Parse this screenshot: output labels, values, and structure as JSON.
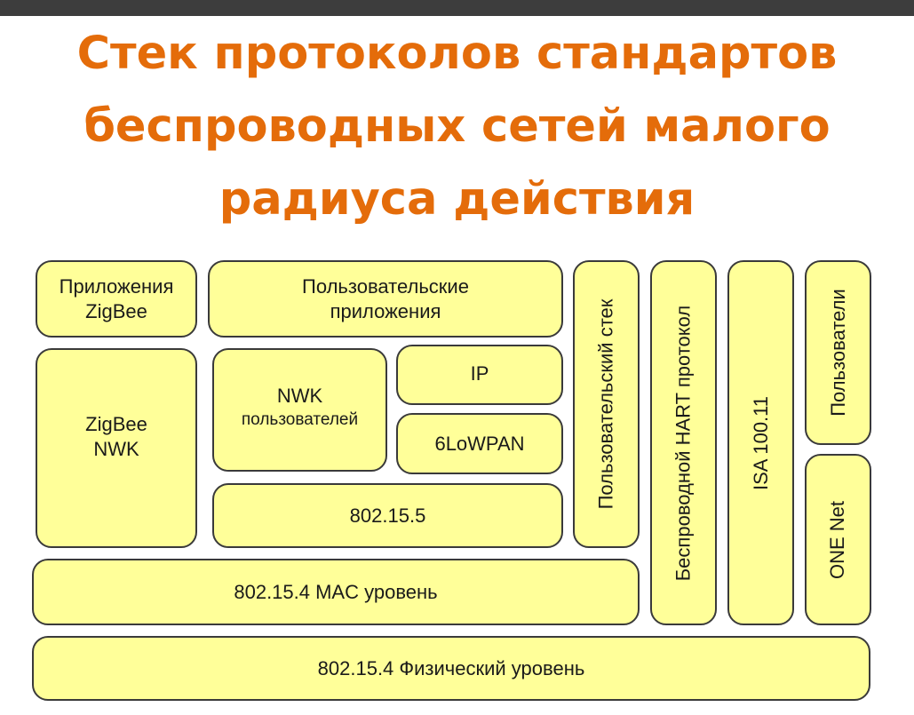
{
  "slide": {
    "title_lines": [
      "Стек протоколов стандартов",
      "беспроводных сетей малого",
      "радиуса действия"
    ]
  },
  "diagram": {
    "zigbee_apps": "Приложения ZigBee",
    "user_apps": "Пользовательские приложения",
    "user_stack": "Пользовательский стек",
    "hart": "Беспроводной HART протокол",
    "isa": "ISA 100.11",
    "users": "Пользователи",
    "zigbee_nwk": "ZigBee NWK",
    "nwk_users_title": "NWK",
    "nwk_users_sub": "пользователей",
    "ip": "IP",
    "lowpan": "6LoWPAN",
    "ieee_802_15_5": "802.15.5",
    "one_net": "ONE Net",
    "mac_layer": "802.15.4 MAC уровень",
    "phy_layer": "802.15.4 Физический уровень"
  },
  "colors": {
    "title": "#e46c0a",
    "box_fill": "#ffff99",
    "box_border": "#3a3a3a",
    "top_bar": "#3d3d3d"
  }
}
